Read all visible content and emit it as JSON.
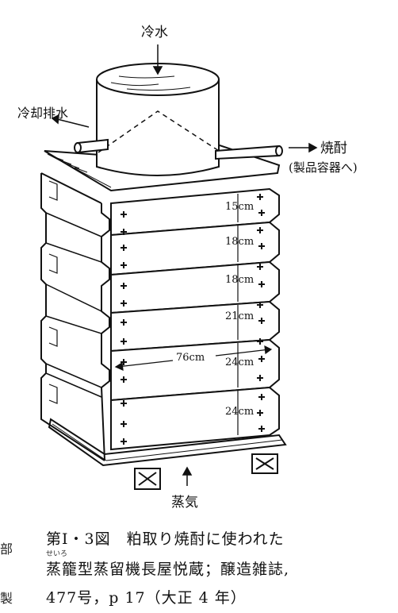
{
  "labels": {
    "cold_water": "冷水",
    "cooling_drain": "冷却排水",
    "shochu": "焼酎",
    "product_container": "(製品容器へ)",
    "steam": "蒸気"
  },
  "dimensions": {
    "width_label": "76cm",
    "tiers": [
      "15cm",
      "18cm",
      "18cm",
      "21cm",
      "24cm",
      "24cm"
    ]
  },
  "caption": {
    "line1": "第Ⅰ・3図　粕取り焼酎に使われた",
    "ruby": "せいろ",
    "line2": "蒸籠型蒸留機長屋悦蔵；醸造雑誌,",
    "line3": "477号，p 17（大正 4 年）"
  },
  "edge_fragments": [
    "部",
    "製"
  ]
}
